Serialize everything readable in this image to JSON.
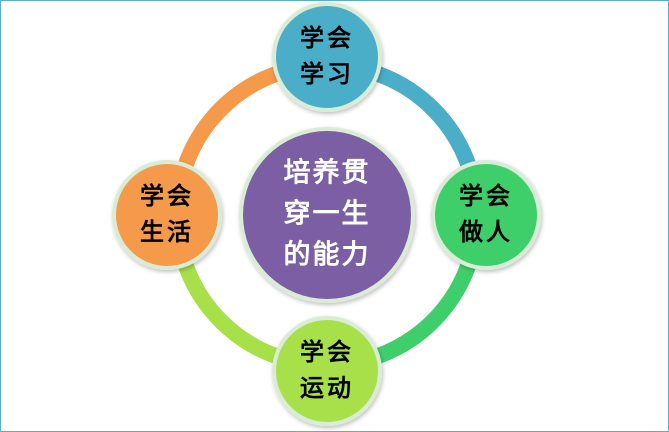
{
  "center": {
    "lines": [
      "培养贯",
      "穿一生",
      "的能力"
    ],
    "color": "#7b5ea3"
  },
  "nodes": [
    {
      "key": "top",
      "lines": [
        "学会",
        "学习"
      ],
      "color": "#4aaec8"
    },
    {
      "key": "right",
      "lines": [
        "学会",
        "做人"
      ],
      "color": "#3fcf6a"
    },
    {
      "key": "bottom",
      "lines": [
        "学会",
        "运动"
      ],
      "color": "#a8e04a"
    },
    {
      "key": "left",
      "lines": [
        "学会",
        "生活"
      ],
      "color": "#f59a4a"
    }
  ],
  "node_border_color": "#d9ecd6"
}
